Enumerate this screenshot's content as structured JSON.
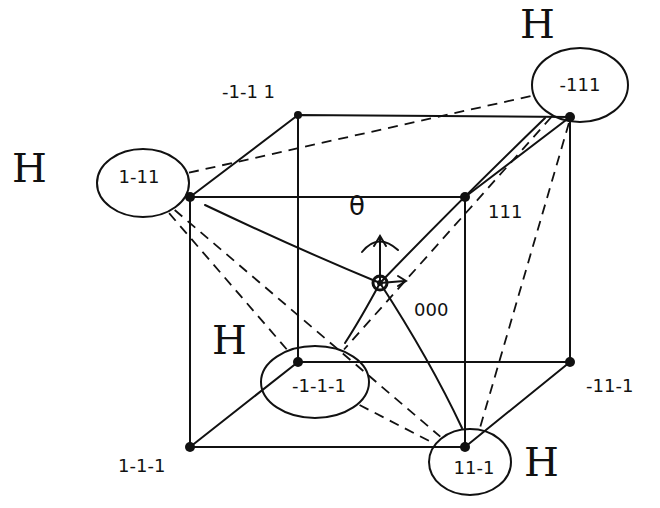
{
  "diagram": {
    "nodes": [
      {
        "text": [
          "-111"
        ]
      },
      {
        "text": [
          "1-11"
        ]
      },
      {
        "text": [
          "-1-1-1"
        ]
      },
      {
        "text": [
          "11-1"
        ]
      }
    ],
    "edges": [
      {
        "from": 1,
        "to": 0,
        "arrow": "none"
      },
      {
        "from": 1,
        "to": 2,
        "arrow": "none"
      },
      {
        "from": 1,
        "to": 3,
        "arrow": "none"
      },
      {
        "from": 0,
        "to": 2,
        "arrow": "none"
      },
      {
        "from": 0,
        "to": 3,
        "arrow": "none"
      },
      {
        "from": 2,
        "to": 3,
        "arrow": "none"
      }
    ],
    "labels": [
      "-1-1 1",
      "111",
      "θ",
      "000",
      "-11-1",
      "1-1-1",
      "H",
      "H",
      "H",
      "H"
    ]
  }
}
